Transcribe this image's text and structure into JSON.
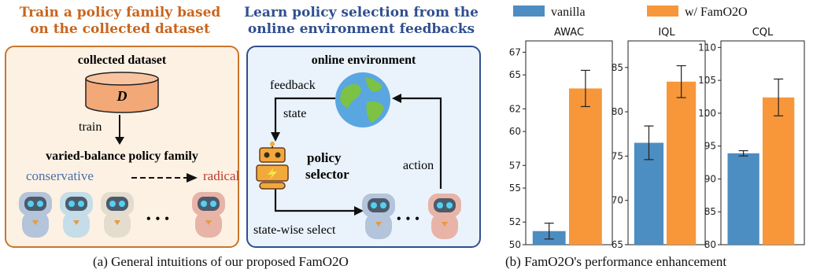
{
  "left_panel": {
    "header": "Train a policy family based on the collected dataset",
    "header_line1": "Train a policy family based",
    "header_line2": "on the collected dataset",
    "dataset_label": "collected dataset",
    "db_letter": "D",
    "train_label": "train",
    "family_label": "varied-balance policy family",
    "conservative": "conservative",
    "radical": "radical",
    "ellipsis": "• • •",
    "colors": {
      "header": "#c9651e",
      "border": "#c9762c",
      "fill": "#fdf1e3",
      "conservative": "#4a6fae",
      "radical": "#c0392b"
    }
  },
  "right_panel": {
    "header_line1": "Learn policy selection from the",
    "header_line2": "online environment feedbacks",
    "env_label": "online environment",
    "feedback": "feedback",
    "state": "state",
    "policy": "policy",
    "selector": "selector",
    "action": "action",
    "select_label": "state-wise select",
    "ellipsis": "• • •",
    "colors": {
      "header": "#2f4f8f",
      "border": "#2f4f8f",
      "fill": "#eaf3fb"
    }
  },
  "captions": {
    "a": "(a) General intuitions of our proposed FamO2O",
    "b": "(b) FamO2O's performance enhancement"
  },
  "icons": [
    "database-icon",
    "globe-icon",
    "robot-icon",
    "policy-robot-icon"
  ],
  "chart_data": {
    "type": "bar",
    "legend": [
      {
        "name": "vanilla",
        "color": "#4c8dc2"
      },
      {
        "name": "w/ FamO2O",
        "color": "#f7973a"
      }
    ],
    "legend_position": "top",
    "charts": [
      {
        "title": "AWAC",
        "ylim": [
          50,
          68
        ],
        "yticks": [
          50,
          52,
          55,
          57,
          60,
          62,
          65,
          67
        ],
        "values": {
          "vanilla": 51.2,
          "w/ FamO2O": 63.8
        },
        "err": {
          "vanilla": 0.7,
          "w/ FamO2O": 1.6
        }
      },
      {
        "title": "IQL",
        "ylim": [
          65,
          88
        ],
        "yticks": [
          65,
          70,
          75,
          80,
          85
        ],
        "values": {
          "vanilla": 76.5,
          "w/ FamO2O": 83.4
        },
        "err": {
          "vanilla": 1.9,
          "w/ FamO2O": 1.8
        }
      },
      {
        "title": "CQL",
        "ylim": [
          80,
          111
        ],
        "yticks": [
          80,
          85,
          90,
          95,
          100,
          105,
          110
        ],
        "values": {
          "vanilla": 93.9,
          "w/ FamO2O": 102.4
        },
        "err": {
          "vanilla": 0.4,
          "w/ FamO2O": 2.8
        }
      }
    ]
  }
}
